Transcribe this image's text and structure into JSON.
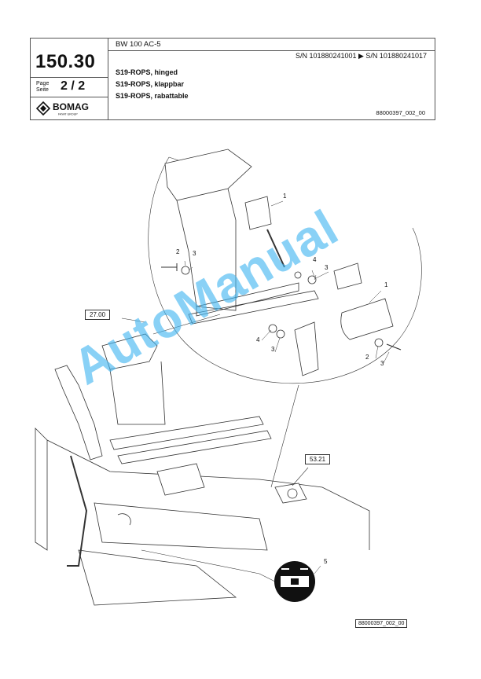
{
  "header": {
    "model": "BW 100 AC-5",
    "serial": "S/N 101880241001  ▶  S/N 101880241017",
    "group_number": "150.30",
    "page_label_en": "Page",
    "page_label_de": "Seite",
    "page_value": "2 / 2",
    "brand": "BOMAG",
    "brand_sub": "FAYAT GROUP",
    "desc_en": "S19-ROPS, hinged",
    "desc_de": "S19-ROPS, klappbar",
    "desc_fr": "S19-ROPS, rabattable",
    "doc_id": "88000397_002_00"
  },
  "drawing": {
    "ref_boxes": [
      "27.00",
      "53.21"
    ],
    "callouts": [
      "1",
      "2",
      "3",
      "4",
      "1",
      "3",
      "2",
      "3",
      "4",
      "3",
      "5"
    ],
    "footer_id": "88000397_002_00"
  },
  "watermark": "AutoManual",
  "colors": {
    "watermark": "#40b4f0",
    "line": "#333333"
  }
}
